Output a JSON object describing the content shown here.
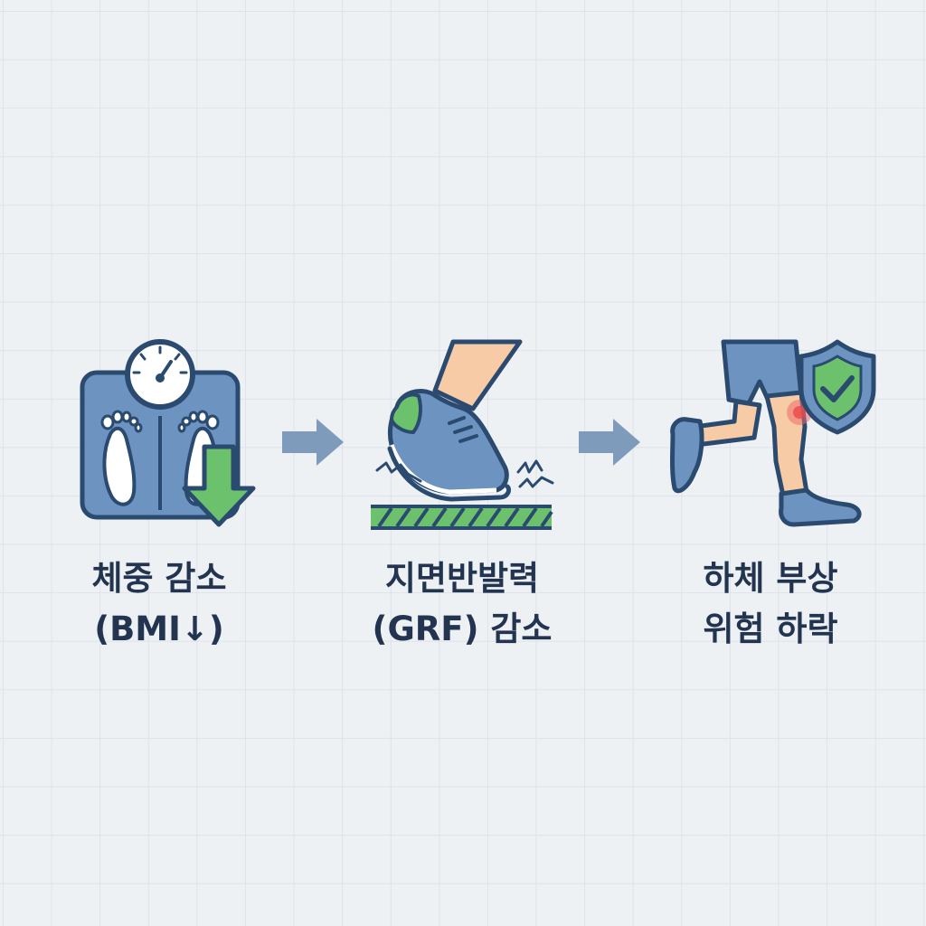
{
  "steps": [
    {
      "icon": "scale-with-down-arrow-icon",
      "line1": "체중 감소",
      "line2": "(BMI↓)"
    },
    {
      "icon": "running-shoe-ground-icon",
      "line1": "지면반발력",
      "line2": "(GRF) 감소"
    },
    {
      "icon": "knee-shield-icon",
      "line1": "하체 부상",
      "line2": "위험 하락"
    }
  ],
  "colors": {
    "background": "#eef1f4",
    "grid": "#dde3e9",
    "navy": "#2b4a6f",
    "blue": "#6d93c0",
    "green": "#6cc26c",
    "skin": "#f6cba6",
    "text": "#22344f",
    "arrow": "#7f9bbb"
  }
}
